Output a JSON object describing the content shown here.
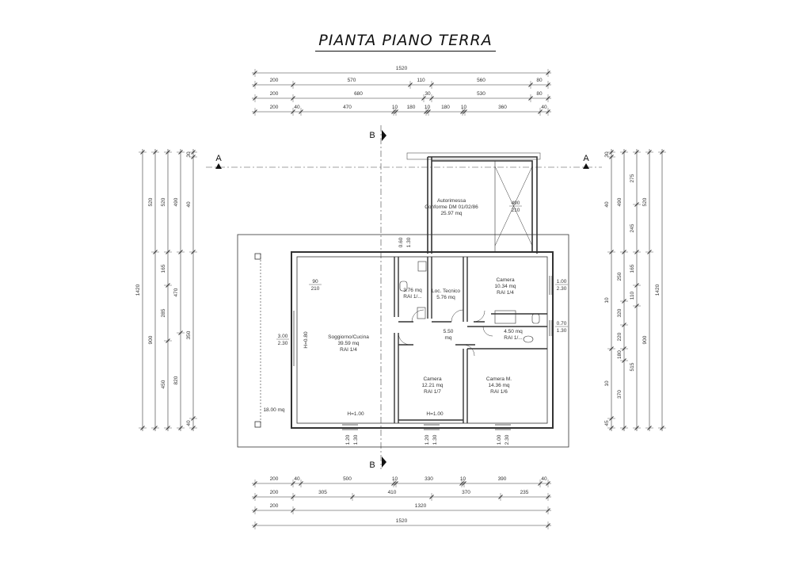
{
  "title": "PIANTA PIANO TERRA",
  "section_labels": {
    "a_left": "A",
    "a_right": "A",
    "b_top": "B",
    "b_bottom": "B"
  },
  "dims_top": {
    "total": "1520",
    "row2": [
      "200",
      "570",
      "110",
      "560",
      "80"
    ],
    "row3": [
      "200",
      "680",
      "30",
      "530",
      "80"
    ],
    "row4": [
      "200",
      "40",
      "470",
      "10",
      "180",
      "10",
      "180",
      "10",
      "360",
      "40"
    ]
  },
  "dims_bottom": {
    "row1": [
      "200",
      "40",
      "500",
      "10",
      "330",
      "10",
      "390",
      "40"
    ],
    "row2": [
      "200",
      "305",
      "410",
      "370",
      "235"
    ],
    "row3": [
      "200",
      "1320"
    ],
    "total": "1520"
  },
  "dims_left": {
    "total": "1420",
    "col2": [
      "520",
      "900"
    ],
    "col3": [
      "520",
      "165",
      "285",
      "450"
    ],
    "col4": [
      "490",
      "470",
      "820"
    ],
    "col5": [
      "30",
      "40",
      "350",
      "40"
    ]
  },
  "dims_right": {
    "total": "1420",
    "col2": [
      "520",
      "900"
    ],
    "col3": [
      "275",
      "245",
      "165",
      "110",
      "515"
    ],
    "col4": [
      "490",
      "250",
      "320",
      "220",
      "180",
      "370"
    ],
    "col5": [
      "30",
      "40",
      "10",
      "10",
      "45"
    ]
  },
  "rooms": {
    "garage": [
      "Autorimessa",
      "Conforme DM 01/02/86",
      "25.97 mq"
    ],
    "living": [
      "Soggiorno/Cucina",
      "39.59 mq",
      "RAI 1/4"
    ],
    "bath1": [
      "3.76 mq",
      "RAI 1/..."
    ],
    "tecnico": [
      "Loc. Tecnico",
      "5.76 mq"
    ],
    "camera1": [
      "Camera",
      "10.34 mq",
      "RAI 1/4"
    ],
    "disimpegno": [
      "5.50",
      "mq"
    ],
    "bath2": [
      "4.50 mq",
      "RAI 1/..."
    ],
    "camera2": [
      "Camera",
      "12.21 mq",
      "RAI 1/7"
    ],
    "camera3": [
      "Camera M.",
      "14.36 mq",
      "RAI 1/6"
    ],
    "portico": "18.00 mq"
  },
  "openings": {
    "garage_door": [
      "490",
      "210"
    ],
    "living_window_top": [
      "90",
      "210"
    ],
    "living_window_left": [
      "3.00",
      "2.30"
    ],
    "h_left": "H=0.80",
    "h_living": "H=1.00",
    "h_camera2": "H=1.00",
    "bath_vent": [
      "0.60",
      "1.30"
    ],
    "camera1_window": [
      "1.00",
      "2.30"
    ],
    "bath2_window": [
      "0.70",
      "1.30"
    ],
    "bottom_window1": [
      "1.20",
      "1.30"
    ],
    "bottom_window2": [
      "1.20",
      "1.30"
    ],
    "bottom_window3": [
      "1.00",
      "2.30"
    ]
  }
}
